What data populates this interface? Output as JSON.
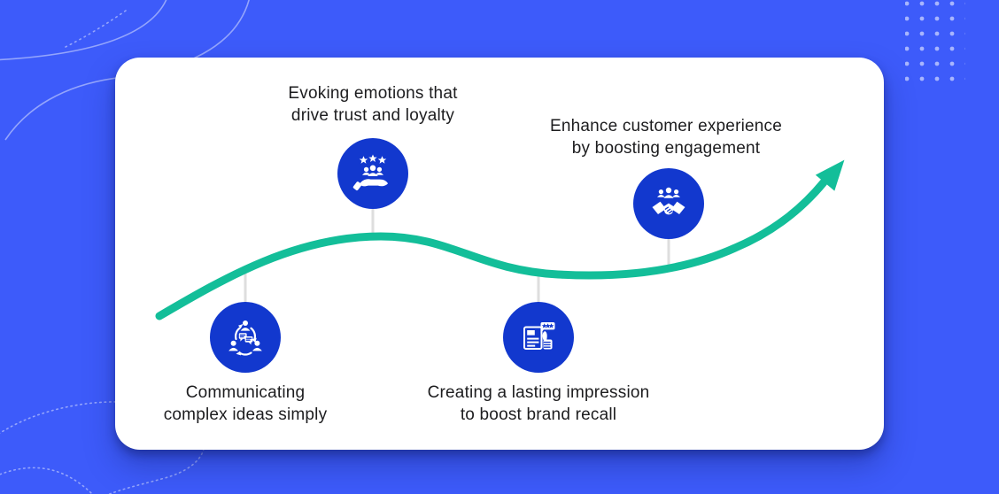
{
  "colors": {
    "background": "#3D5BFA",
    "card": "#FFFFFF",
    "node_circle": "#1238CE",
    "curve": "#13BE99",
    "connector": "#DEDEDE",
    "text": "#1D1D1F",
    "decoration": "rgba(255,255,255,0.45)"
  },
  "diagram": {
    "type": "growth-curve-infographic",
    "curve_icon": "upward-trend-arrow",
    "nodes": [
      {
        "id": "communicating",
        "icon": "people-communication-cycle-icon",
        "position": "bottom-left",
        "label_line1": "Communicating",
        "label_line2": "complex ideas simply"
      },
      {
        "id": "emotions",
        "icon": "hand-holding-people-stars-icon",
        "position": "top-left",
        "label_line1": "Evoking emotions that",
        "label_line2": "drive trust and loyalty"
      },
      {
        "id": "impression",
        "icon": "document-thumbs-up-rating-icon",
        "position": "bottom-middle",
        "label_line1": "Creating a lasting impression",
        "label_line2": "to boost brand recall"
      },
      {
        "id": "engagement",
        "icon": "handshake-people-icon",
        "position": "top-right",
        "label_line1": "Enhance customer experience",
        "label_line2": "by boosting engagement"
      }
    ]
  }
}
